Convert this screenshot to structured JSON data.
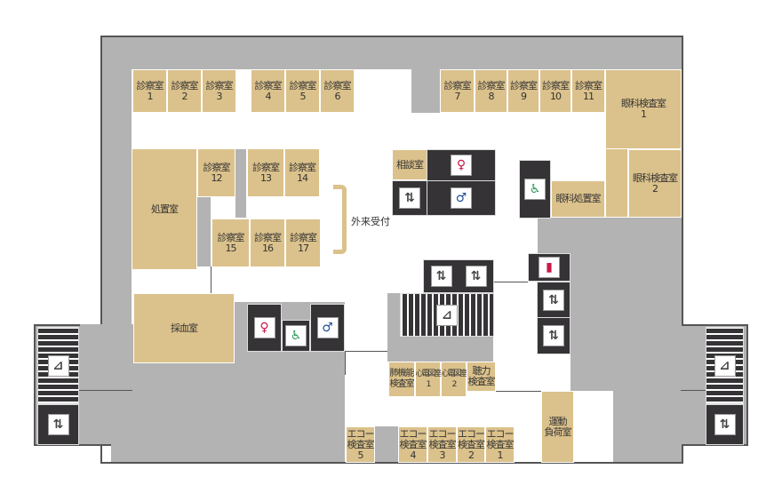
{
  "rooms": {
    "exam1": "診察室\n1",
    "exam2": "診察室\n2",
    "exam3": "診察室\n3",
    "exam4": "診察室\n4",
    "exam5": "診察室\n5",
    "exam6": "診察室\n6",
    "exam7": "診察室\n7",
    "exam8": "診察室\n8",
    "exam9": "診察室\n9",
    "exam10": "診察室\n10",
    "exam11": "診察室\n11",
    "exam12": "診察室\n12",
    "exam13": "診察室\n13",
    "exam14": "診察室\n14",
    "exam15": "診察室\n15",
    "exam16": "診察室\n16",
    "exam17": "診察室\n17",
    "eye_exam1": "眼科検査室\n1",
    "eye_exam2": "眼科検査室\n2",
    "eye_treatment": "眼科処置室",
    "consultation": "相談室",
    "treatment": "処置室",
    "blood": "採血室",
    "lung": "肺機能\n検査室",
    "ecg1": "心電図室\n1",
    "ecg2": "心電図室\n2",
    "hearing": "聴力\n検査室",
    "stress": "運動\n負荷室",
    "echo5": "エコー\n検査室\n5",
    "echo4": "エコー\n検査室\n4",
    "echo3": "エコー\n検査室\n3",
    "echo2": "エコー\n検査室\n2",
    "echo1": "エコー\n検査室\n1"
  },
  "reception": "外来受付",
  "icons": {
    "elevator": "⇅",
    "stairs": "⊿",
    "women": "♀",
    "men": "♂",
    "accessible": "♿",
    "nursing": "▮"
  },
  "colors": {
    "room": "#dbc18b",
    "facility": "#353335",
    "area": "#b3b3b3",
    "women": "#c8184a",
    "men": "#1f4f9a",
    "accessible": "#2f9a5a"
  }
}
